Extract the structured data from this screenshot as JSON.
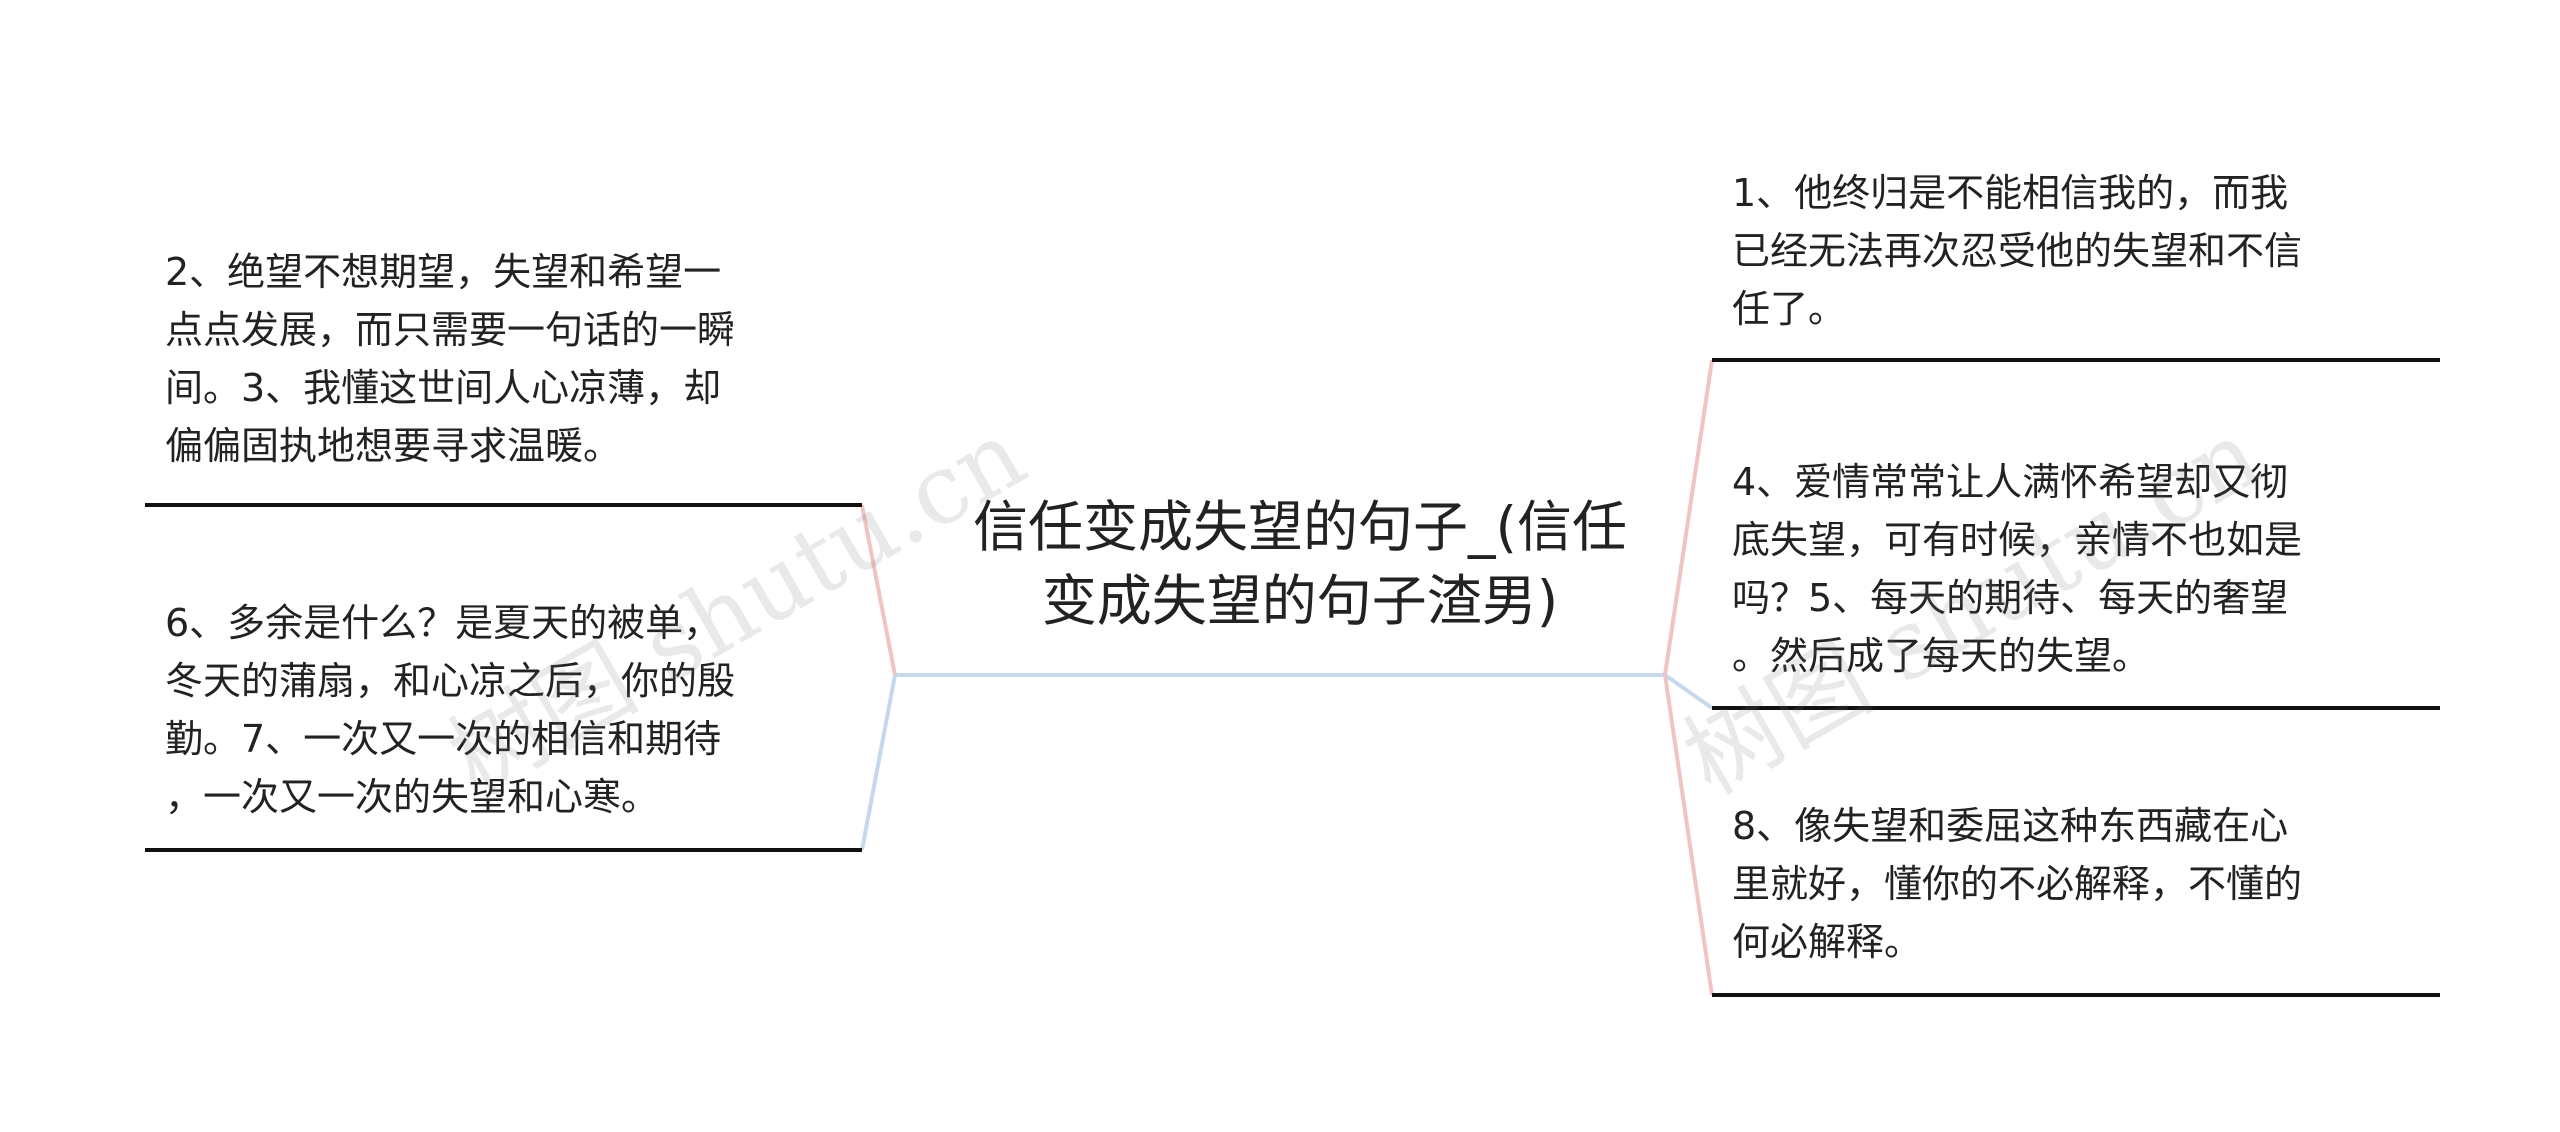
{
  "root": {
    "title": "信任变成失望的句子_(信任变成失望的句子渣男)"
  },
  "branches": {
    "left": [
      {
        "text": "2、绝望不想期望，失望和希望一\n点点发展，而只需要一句话的一瞬\n间。3、我懂这世间人心凉薄，却\n偏偏固执地想要寻求温暖。",
        "color": "#f0c4c4"
      },
      {
        "text": "6、多余是什么？是夏天的被单，\n冬天的蒲扇，和心凉之后，你的殷\n勤。7、一次又一次的相信和期待\n，一次又一次的失望和心寒。",
        "color": "#c6d8ec"
      }
    ],
    "right": [
      {
        "text": "1、他终归是不能相信我的，而我\n已经无法再次忍受他的失望和不信\n任了。",
        "color": "#f0c4c4"
      },
      {
        "text": "4、爱情常常让人满怀希望却又彻\n底失望，可有时候，亲情不也如是\n吗？5、每天的期待、每天的奢望\n。然后成了每天的失望。",
        "color": "#c6d8ec"
      },
      {
        "text": "8、像失望和委屈这种东西藏在心\n里就好，懂你的不必解释，不懂的\n何必解释。",
        "color": "#f0c4c4"
      }
    ]
  },
  "watermark": {
    "text": "树图 shutu.cn"
  },
  "colors": {
    "underline": "#111111",
    "center_connector": "#c6d8ec"
  }
}
